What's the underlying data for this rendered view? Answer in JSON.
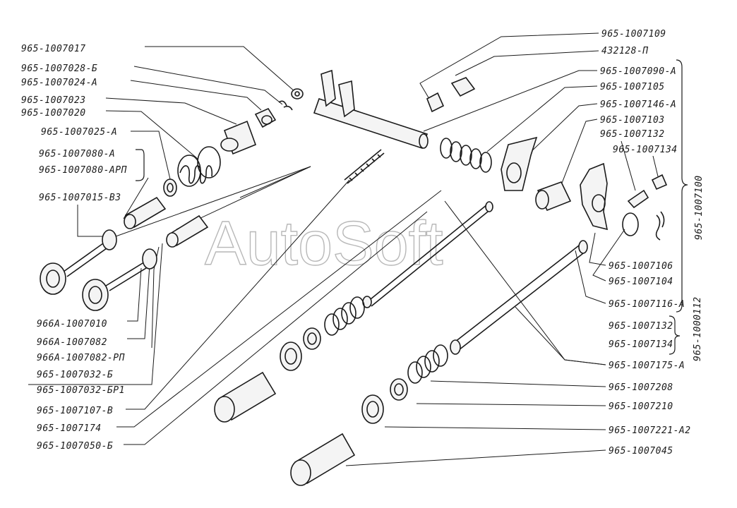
{
  "watermark": "AutoSoft",
  "labels_left": {
    "l1": "965-1007017",
    "l2": "965-1007028-Б",
    "l3": "965-1007024-А",
    "l4": "965-1007023",
    "l5": "965-1007020",
    "l6": "965-1007025-А",
    "l7": "965-1007080-А",
    "l8": "965-1007080-АРП",
    "l9": "965-1007015-ВЗ",
    "l10": "966А-1007010",
    "l11": "966А-1007082",
    "l12": "966А-1007082-РП",
    "l13": "965-1007032-Б",
    "l14": "965-1007032-БР1",
    "l15": "965-1007107-В",
    "l16": "965-1007174",
    "l17": "965-1007050-Б"
  },
  "labels_right": {
    "r1": "965-1007109",
    "r2": "432128-П",
    "r3": "965-1007090-А",
    "r4": "965-1007105",
    "r5": "965-1007146-А",
    "r6": "965-1007103",
    "r7": "965-1007132",
    "r8": "965-1007134",
    "r9": "965-1007106",
    "r10": "965-1007104",
    "r11": "965-1007116-А",
    "r12": "965-1007132",
    "r13": "965-1007134",
    "r14": "965-1007175-А",
    "r15": "965-1007208",
    "r16": "965-1007210",
    "r17": "965-1007221-А2",
    "r18": "965-1007045"
  },
  "group_labels": {
    "g1": "965-1007100",
    "g2": "965-1000112"
  }
}
